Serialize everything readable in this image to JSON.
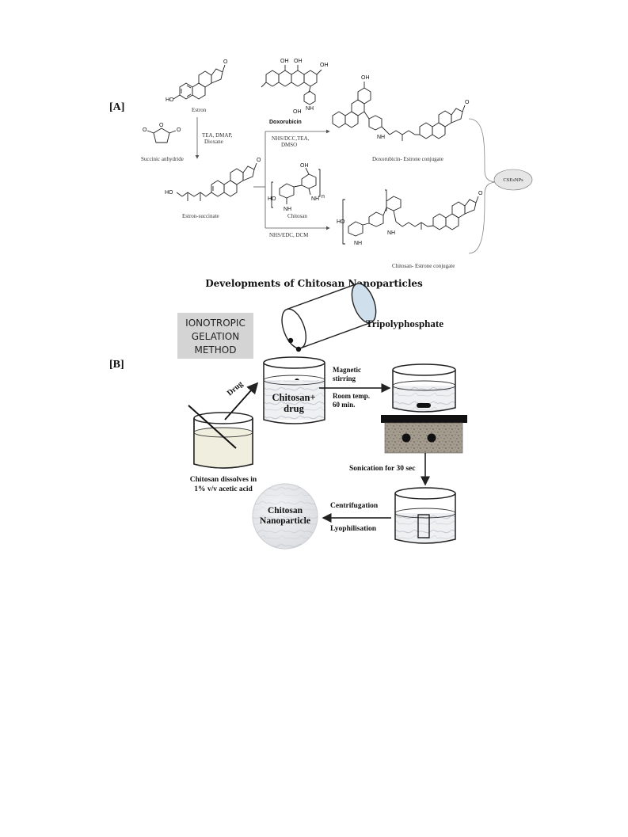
{
  "panel_a": {
    "label": "[A]",
    "compounds": {
      "estron": "Estron",
      "doxorubicin": "Doxorubicin",
      "succinic_anhydride": "Succinic anhydride",
      "estron_succinate": "Estron-succinate",
      "chitosan": "Chitosan",
      "dox_estrone": "Doxorubicin- Estrone conjugate",
      "chitosan_estrone": "Chitosan- Estrone conjugate",
      "product": "CSEsNPs"
    },
    "reagents": {
      "r1_line1": "TEA, DMAP,",
      "r1_line2": "Dioxane",
      "r2_line1": "NHS/DCC,TEA,",
      "r2_line2": "DMSO",
      "r3": "NHS/EDC, DCM"
    },
    "atoms": {
      "ho": "HO",
      "hooh": "HO",
      "o": "O",
      "oh": "OH",
      "nh2": "NH",
      "n": "n",
      "nh": "NH"
    }
  },
  "section_title": "Developments of Chitosan Nanoparticles",
  "panel_b": {
    "label": "[B]",
    "method_box_line1": "IONOTROPIC",
    "method_box_line2": "GELATION",
    "method_box_line3": "METHOD",
    "tpp": "Tripolyphosphate",
    "drug_arrow": "Drug",
    "beaker2_line1": "Chitosan+",
    "beaker2_line2": "drug",
    "step1_line1": "Magnetic",
    "step1_line2": "stirring",
    "step1_line3": "Room temp.",
    "step1_line4": "60 min.",
    "dissolve_line1": "Chitosan dissolves   in",
    "dissolve_line2": "1% v/v acetic  acid",
    "sonication": "Sonication for 30 sec",
    "centrifugation": "Centrifugation",
    "lyophilisation": "Lyophilisation",
    "nano_line1": "Chitosan",
    "nano_line2": "Nanoparticle"
  }
}
